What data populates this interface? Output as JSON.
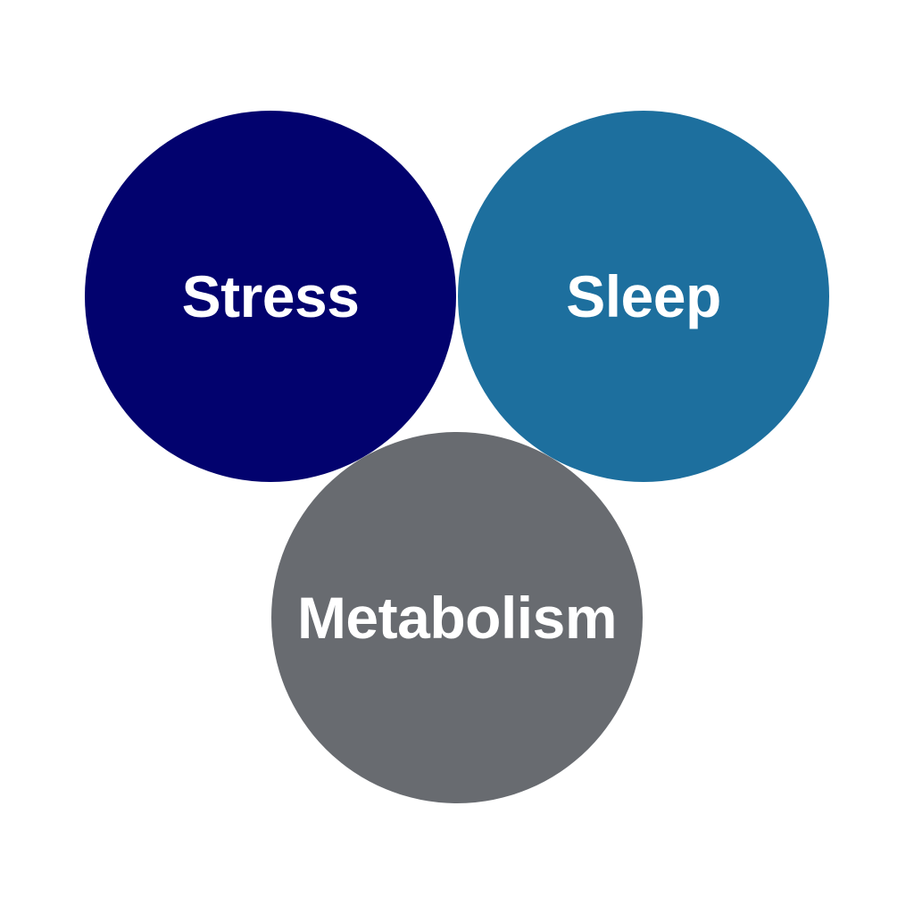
{
  "circles": [
    {
      "label": "Stress",
      "color": "#02026e"
    },
    {
      "label": "Sleep",
      "color": "#1d6f9e"
    },
    {
      "label": "Metabolism",
      "color": "#686b70"
    }
  ]
}
